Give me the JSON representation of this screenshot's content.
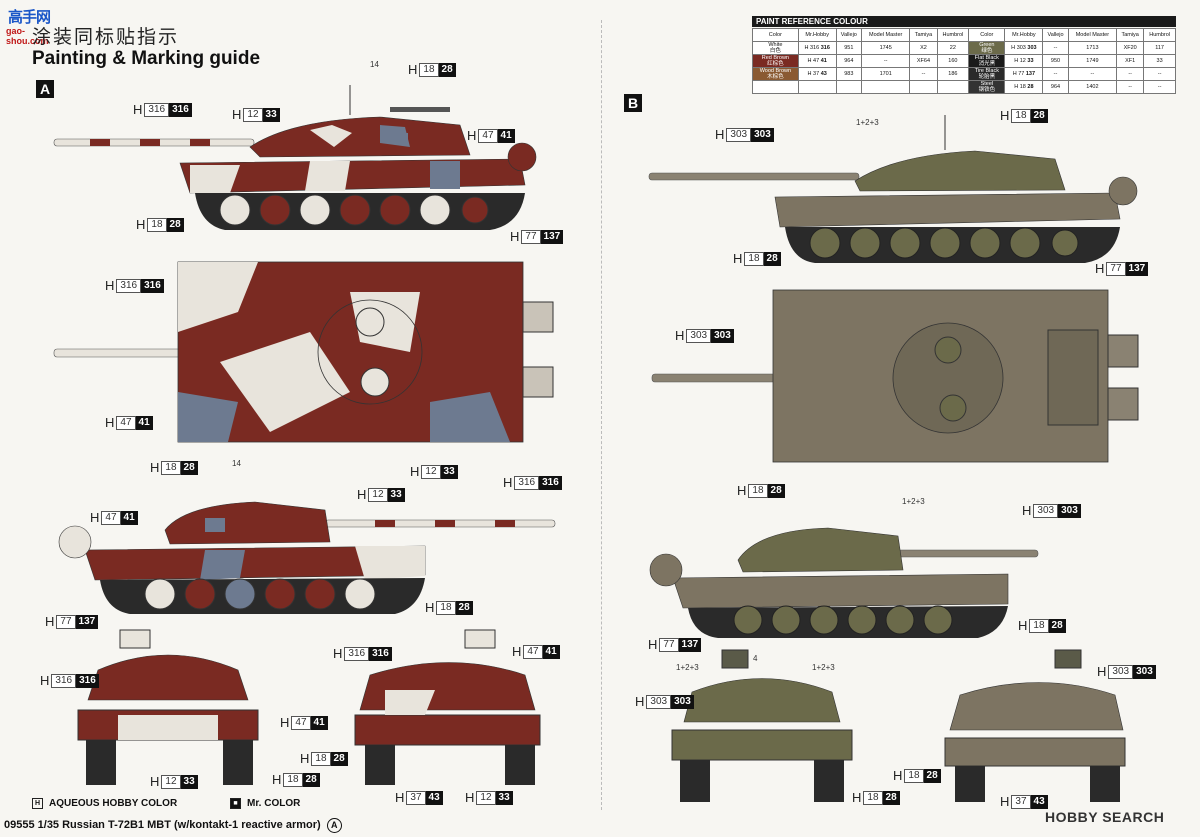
{
  "site": {
    "logo_cn": "高手网",
    "logo_url": "gao-shou.com"
  },
  "header": {
    "title_cn": "涂装同标贴指示",
    "title_en": "Painting & Marking guide"
  },
  "sections": {
    "a": "A",
    "b": "B"
  },
  "paint_table": {
    "title": "PAINT REFERENCE COLOUR",
    "headers": [
      "Color",
      "Mr.Hobby",
      "Vallejo",
      "Model Master",
      "Tamiya",
      "Humbrol"
    ],
    "left_rows": [
      {
        "color": "White",
        "color_cn": "白色",
        "mrhobby_h": "H",
        "mrhobby_a": "316",
        "mrhobby_b": "316",
        "vallejo": "951",
        "model_master": "1745",
        "tamiya": "X2",
        "humbrol": "22",
        "swatch": "#ffffff"
      },
      {
        "color": "Red Brown",
        "color_cn": "红棕色",
        "mrhobby_h": "H",
        "mrhobby_a": "47",
        "mrhobby_b": "41",
        "vallejo": "964",
        "model_master": "--",
        "tamiya": "XF64",
        "humbrol": "160",
        "swatch": "#7a2a22"
      },
      {
        "color": "Wood Brown",
        "color_cn": "木棕色",
        "mrhobby_h": "H",
        "mrhobby_a": "37",
        "mrhobby_b": "43",
        "vallejo": "983",
        "model_master": "1701",
        "tamiya": "--",
        "humbrol": "186",
        "swatch": "#8a5a32"
      }
    ],
    "right_rows": [
      {
        "color": "Green",
        "color_cn": "绿色",
        "mrhobby_h": "H",
        "mrhobby_a": "303",
        "mrhobby_b": "303",
        "vallejo": "--",
        "model_master": "1713",
        "tamiya": "XF20",
        "humbrol": "117",
        "swatch": "#6b6a4a"
      },
      {
        "color": "Flat Black",
        "color_cn": "消光黑",
        "mrhobby_h": "H",
        "mrhobby_a": "12",
        "mrhobby_b": "33",
        "vallejo": "950",
        "model_master": "1749",
        "tamiya": "XF1",
        "humbrol": "33",
        "swatch": "#1a1a1a"
      },
      {
        "color": "Tire Black",
        "color_cn": "轮胎黑",
        "mrhobby_h": "H",
        "mrhobby_a": "77",
        "mrhobby_b": "137",
        "vallejo": "--",
        "model_master": "--",
        "tamiya": "--",
        "humbrol": "--",
        "swatch": "#2a2a2a"
      },
      {
        "color": "Steel",
        "color_cn": "钢铁色",
        "mrhobby_h": "H",
        "mrhobby_a": "18",
        "mrhobby_b": "28",
        "vallejo": "964",
        "model_master": "1402",
        "tamiya": "--",
        "humbrol": "--",
        "swatch": "#333333"
      }
    ]
  },
  "callouts": {
    "a1": {
      "h": "H",
      "a": "316",
      "b": "316"
    },
    "a2": {
      "h": "H",
      "a": "12",
      "b": "33"
    },
    "a3": {
      "h": "H",
      "a": "18",
      "b": "28"
    },
    "a4": {
      "h": "H",
      "a": "47",
      "b": "41"
    },
    "a5": {
      "h": "H",
      "a": "18",
      "b": "28"
    },
    "a6": {
      "h": "H",
      "a": "77",
      "b": "137"
    },
    "a7": {
      "h": "H",
      "a": "316",
      "b": "316"
    },
    "a8": {
      "h": "H",
      "a": "47",
      "b": "41"
    },
    "a9": {
      "h": "H",
      "a": "12",
      "b": "33"
    },
    "a10": {
      "h": "H",
      "a": "18",
      "b": "28"
    },
    "a11": {
      "h": "H",
      "a": "47",
      "b": "41"
    },
    "a12": {
      "h": "H",
      "a": "12",
      "b": "33"
    },
    "a13": {
      "h": "H",
      "a": "316",
      "b": "316"
    },
    "a14": {
      "h": "H",
      "a": "18",
      "b": "28"
    },
    "a15": {
      "h": "H",
      "a": "77",
      "b": "137"
    },
    "a16": {
      "h": "H",
      "a": "316",
      "b": "316"
    },
    "a17": {
      "h": "H",
      "a": "47",
      "b": "41"
    },
    "a18": {
      "h": "H",
      "a": "12",
      "b": "33"
    },
    "a19": {
      "h": "H",
      "a": "18",
      "b": "28"
    },
    "a20": {
      "h": "H",
      "a": "316",
      "b": "316"
    },
    "a21": {
      "h": "H",
      "a": "47",
      "b": "41"
    },
    "a22": {
      "h": "H",
      "a": "18",
      "b": "28"
    },
    "a23": {
      "h": "H",
      "a": "37",
      "b": "43"
    },
    "a24": {
      "h": "H",
      "a": "12",
      "b": "33"
    },
    "b1": {
      "h": "H",
      "a": "303",
      "b": "303"
    },
    "b2": {
      "h": "H",
      "a": "18",
      "b": "28"
    },
    "b3": {
      "h": "H",
      "a": "18",
      "b": "28"
    },
    "b4": {
      "h": "H",
      "a": "77",
      "b": "137"
    },
    "b5": {
      "h": "H",
      "a": "303",
      "b": "303"
    },
    "b6": {
      "h": "H",
      "a": "18",
      "b": "28"
    },
    "b7": {
      "h": "H",
      "a": "303",
      "b": "303"
    },
    "b8": {
      "h": "H",
      "a": "77",
      "b": "137"
    },
    "b9": {
      "h": "H",
      "a": "18",
      "b": "28"
    },
    "b10": {
      "h": "H",
      "a": "303",
      "b": "303"
    },
    "b11": {
      "h": "H",
      "a": "303",
      "b": "303"
    },
    "b12": {
      "h": "H",
      "a": "18",
      "b": "28"
    },
    "b13": {
      "h": "H",
      "a": "18",
      "b": "28"
    },
    "b14": {
      "h": "H",
      "a": "37",
      "b": "43"
    }
  },
  "notes": {
    "n14a": "14",
    "n14b": "14",
    "n123a": "1+2+3",
    "n123b": "1+2+3",
    "n123c": "1+2+3",
    "n123d": "1+2+3",
    "n4": "4"
  },
  "legend": {
    "aqueous_symbol": "H",
    "aqueous": "AQUEOUS HOBBY COLOR",
    "mr_symbol": "■",
    "mr": "Mr. COLOR"
  },
  "footer": {
    "text": "09555 1/35 Russian T-72B1 MBT (w/kontakt-1 reactive armor)",
    "circle_letter": "A"
  },
  "watermark": {
    "text": "HOBBY SEARCH"
  },
  "colors": {
    "red_brown": "#7a2a22",
    "white": "#e8e4dc",
    "blue_grey": "#6d7a90",
    "green": "#6b6a4a",
    "black": "#1a1a1a"
  }
}
